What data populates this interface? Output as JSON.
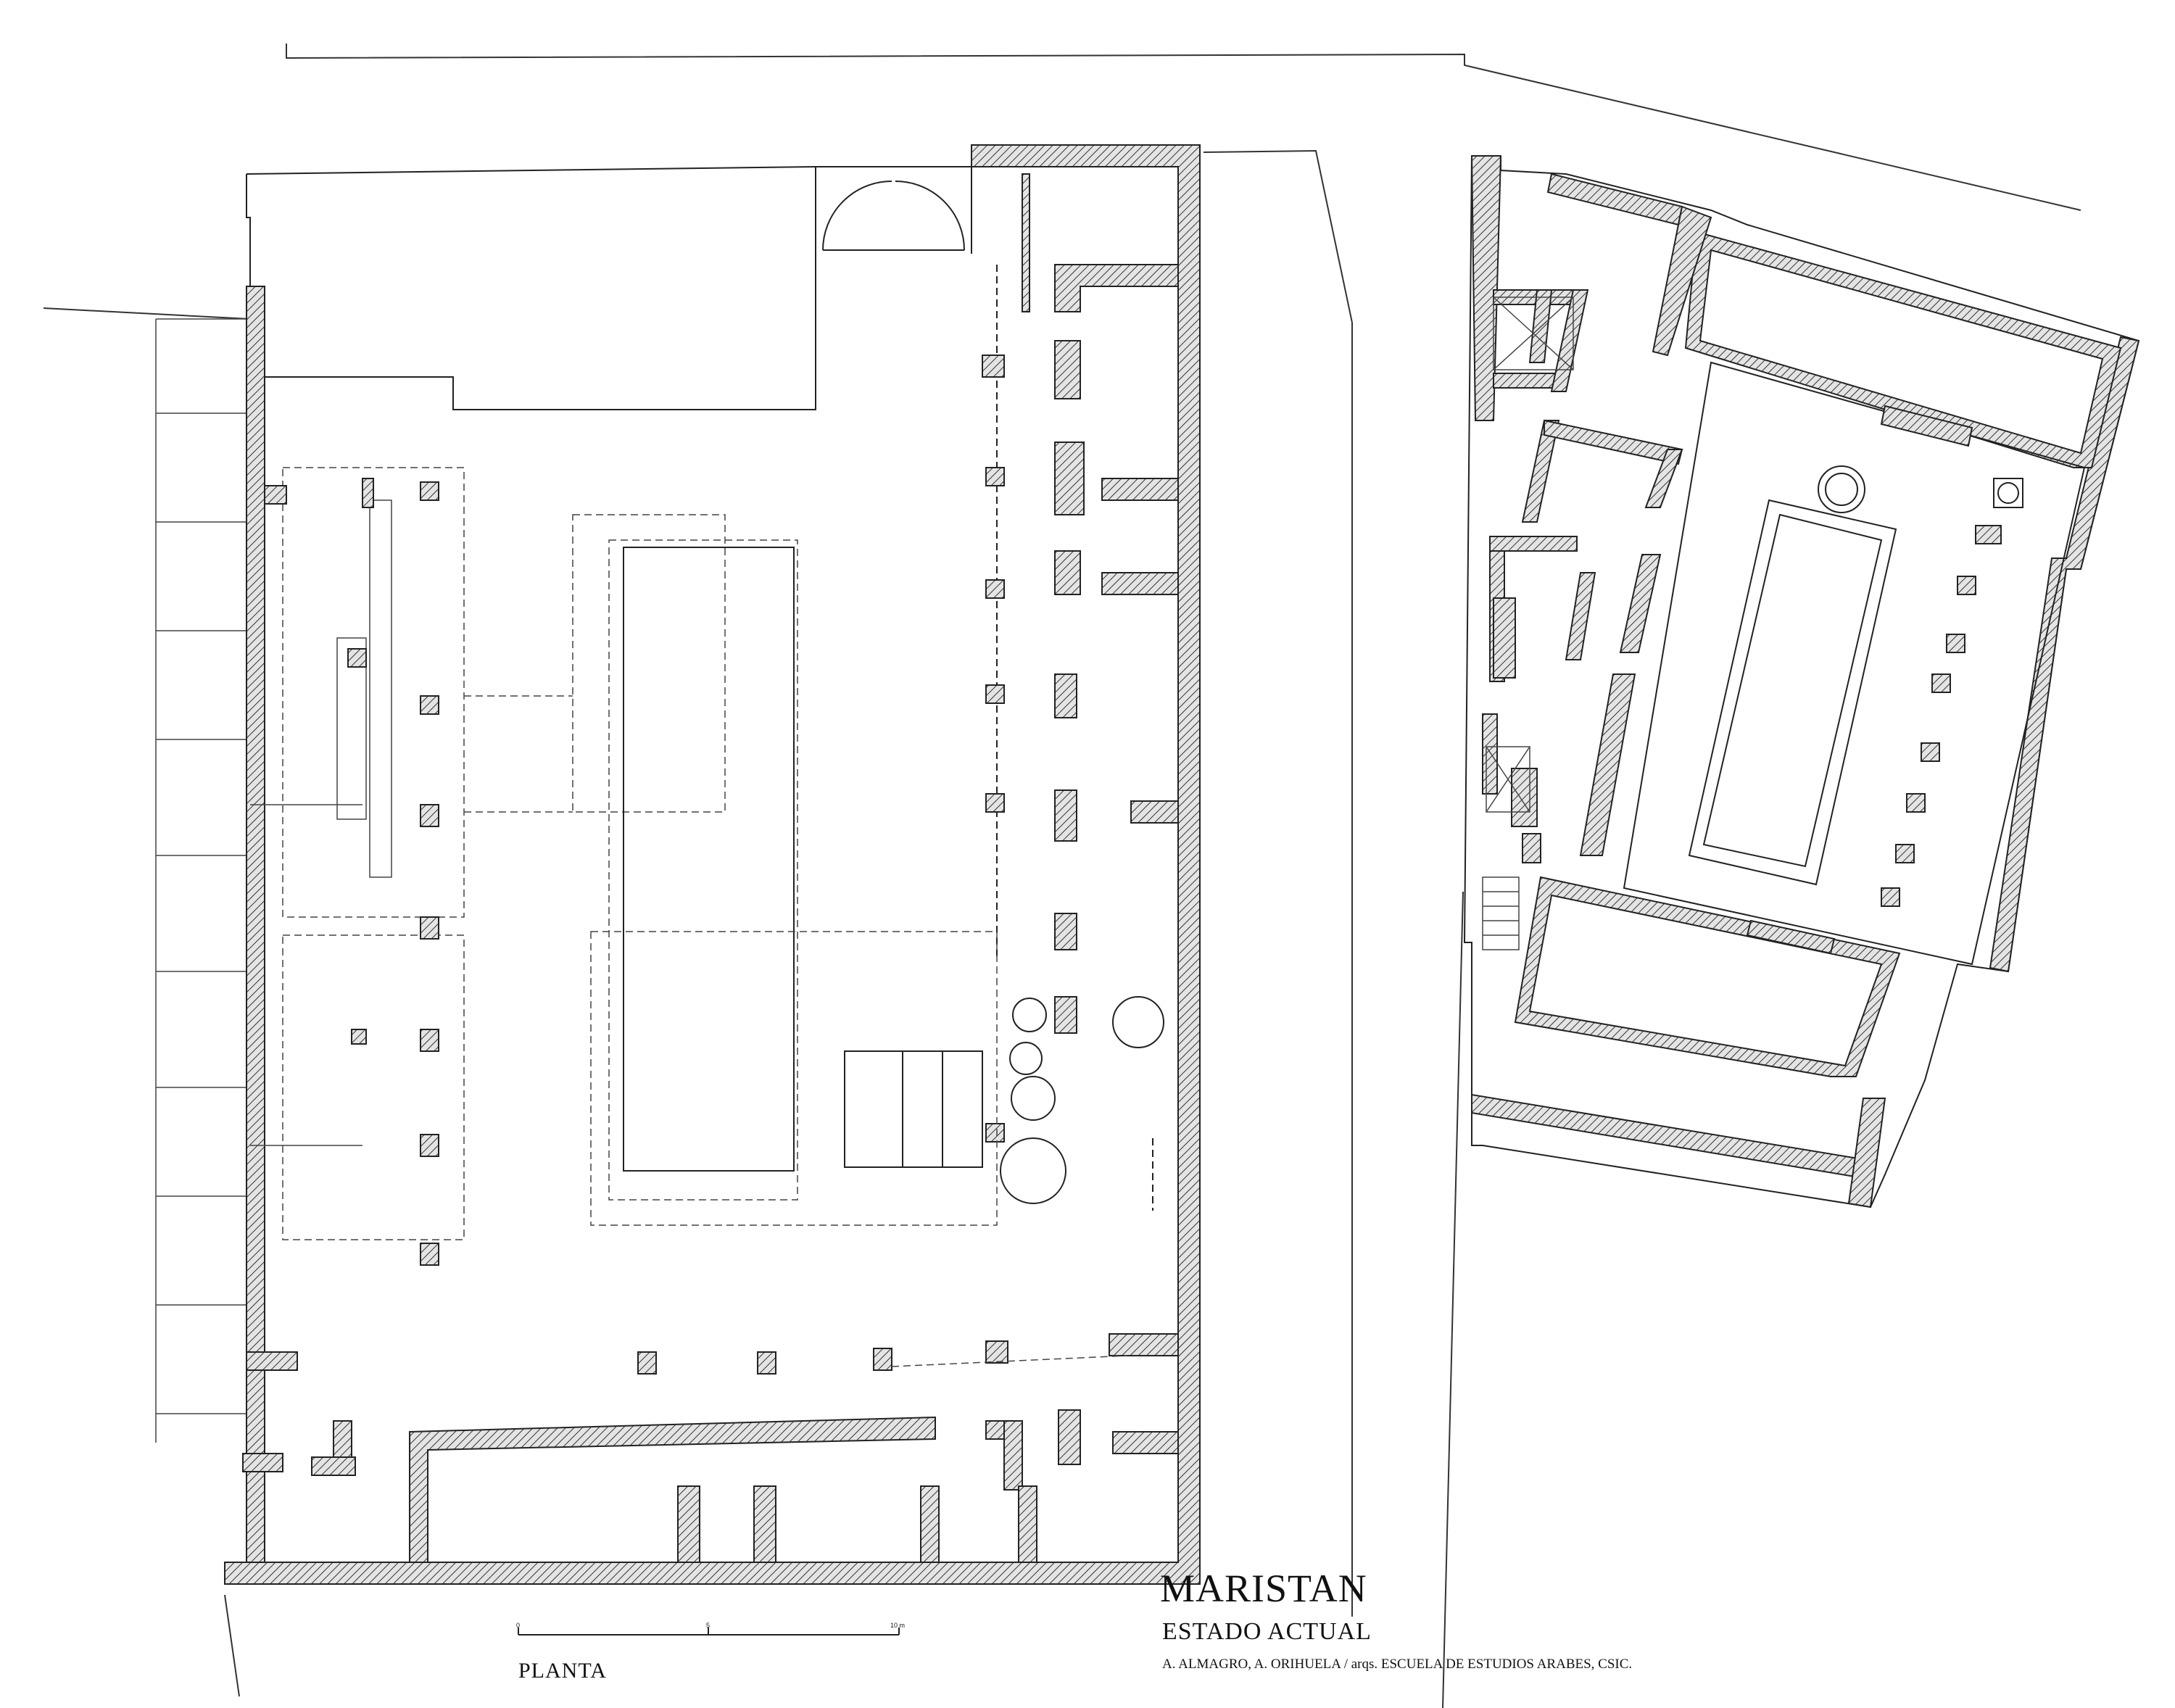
{
  "drawing": {
    "title": "MARISTAN",
    "subtitle": "ESTADO ACTUAL",
    "credits": "A. ALMAGRO, A. ORIHUELA / arqs. ESCUELA DE ESTUDIOS ARABES, CSIC.",
    "view_label": "PLANTA"
  },
  "scale_bar": {
    "ticks": [
      "0",
      "5",
      "10 m"
    ]
  },
  "colors": {
    "line": "#222222",
    "wall_fill": "#cfcfcf",
    "background": "#ffffff"
  }
}
